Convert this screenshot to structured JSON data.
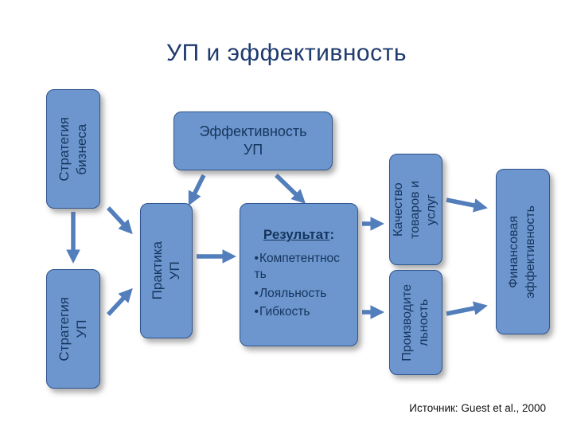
{
  "title": "УП и эффективность",
  "boxes": {
    "business_strategy": "Стратегия\nбизнеса",
    "hr_strategy": "Стратегия\nУП",
    "hr_practice": "Практика\nУП",
    "hr_effectiveness": "Эффективность\nУП",
    "quality": "Качество\nтоваров и\nуслуг",
    "productivity": "Производите\nльность",
    "financial": "Финансовая\nэффективность"
  },
  "result": {
    "title": "Результат",
    "colon": ":",
    "bullet": "•",
    "items": [
      "Компетентность",
      "Лояльность",
      "Гибкость"
    ]
  },
  "caption": "Источник: Guest et al., 2000",
  "colors": {
    "box_fill": "#6c96cd",
    "box_border": "#2f548e",
    "box_text": "#16355e",
    "arrow": "#527ebc",
    "title_text": "#1e3a6e"
  }
}
